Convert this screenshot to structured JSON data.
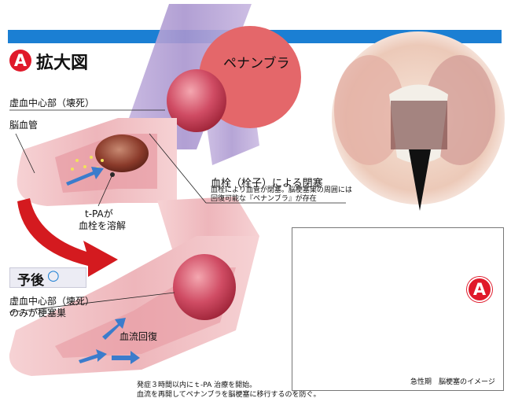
{
  "header": {
    "badge_letter": "A",
    "title": "拡大図"
  },
  "labels": {
    "penumbra": "ペナンブラ",
    "ischemic_core_top": "虚血中心部（壊死）",
    "cerebral_vessel": "脳血管",
    "tpa_line1": "t-PAが",
    "tpa_line2": "血栓を溶解",
    "embolus_title": "血栓（栓子）による閉塞",
    "embolus_desc_line1": "血栓により血管が閉塞。脳梗塞巣の周囲には",
    "embolus_desc_line2": "回復可能な『ペナンブラ』が存在",
    "prognosis": "予後",
    "prognosis_mark": "○",
    "ischemic_core_bottom_line1": "虚血中心部（壊死）",
    "ischemic_core_bottom_line2": "のみが梗塞巣",
    "blood_flow_recovery": "血流回復",
    "caption_line1": "発症３時間以内にｔ-PA 治療を開始。",
    "caption_line2": "血流を再開してペナンブラを脳梗塞に移行するのを防ぐ。",
    "panel_caption": "急性期　脳梗塞のイメージ",
    "panel_badge": "A"
  },
  "colors": {
    "header_bar": "#1b7fd3",
    "badge": "#e0192a",
    "penumbra": "#e4676a",
    "vessel": "#f2c6c9",
    "arrow_red": "#d41a1f",
    "flow_arrow": "#3b7ccc"
  }
}
